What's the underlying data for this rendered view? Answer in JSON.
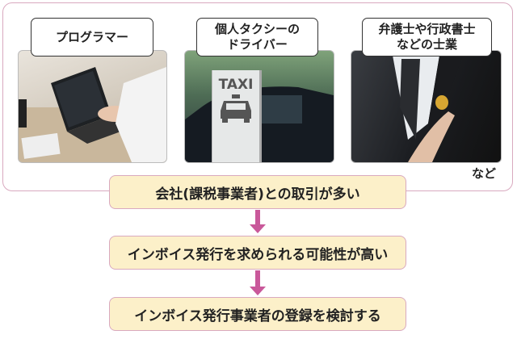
{
  "examples": [
    {
      "label": "プログラマー",
      "image": "programmer-laptop-photo"
    },
    {
      "label_lines": [
        "個人タクシーの",
        "ドライバー"
      ],
      "image": "taxi-photo",
      "sign_text": "TAXI"
    },
    {
      "label_lines": [
        "弁護士や行政書士",
        "などの士業"
      ],
      "image": "professional-badge-photo"
    }
  ],
  "etc_label": "など",
  "flow": [
    "会社(課税事業者)との取引が多い",
    "インボイス発行を求められる可能性が高い",
    "インボイス発行事業者の登録を検討する"
  ],
  "colors": {
    "border": "#d9a9bf",
    "box_fill": "#fcf0c9",
    "arrow": "#c9589a"
  }
}
